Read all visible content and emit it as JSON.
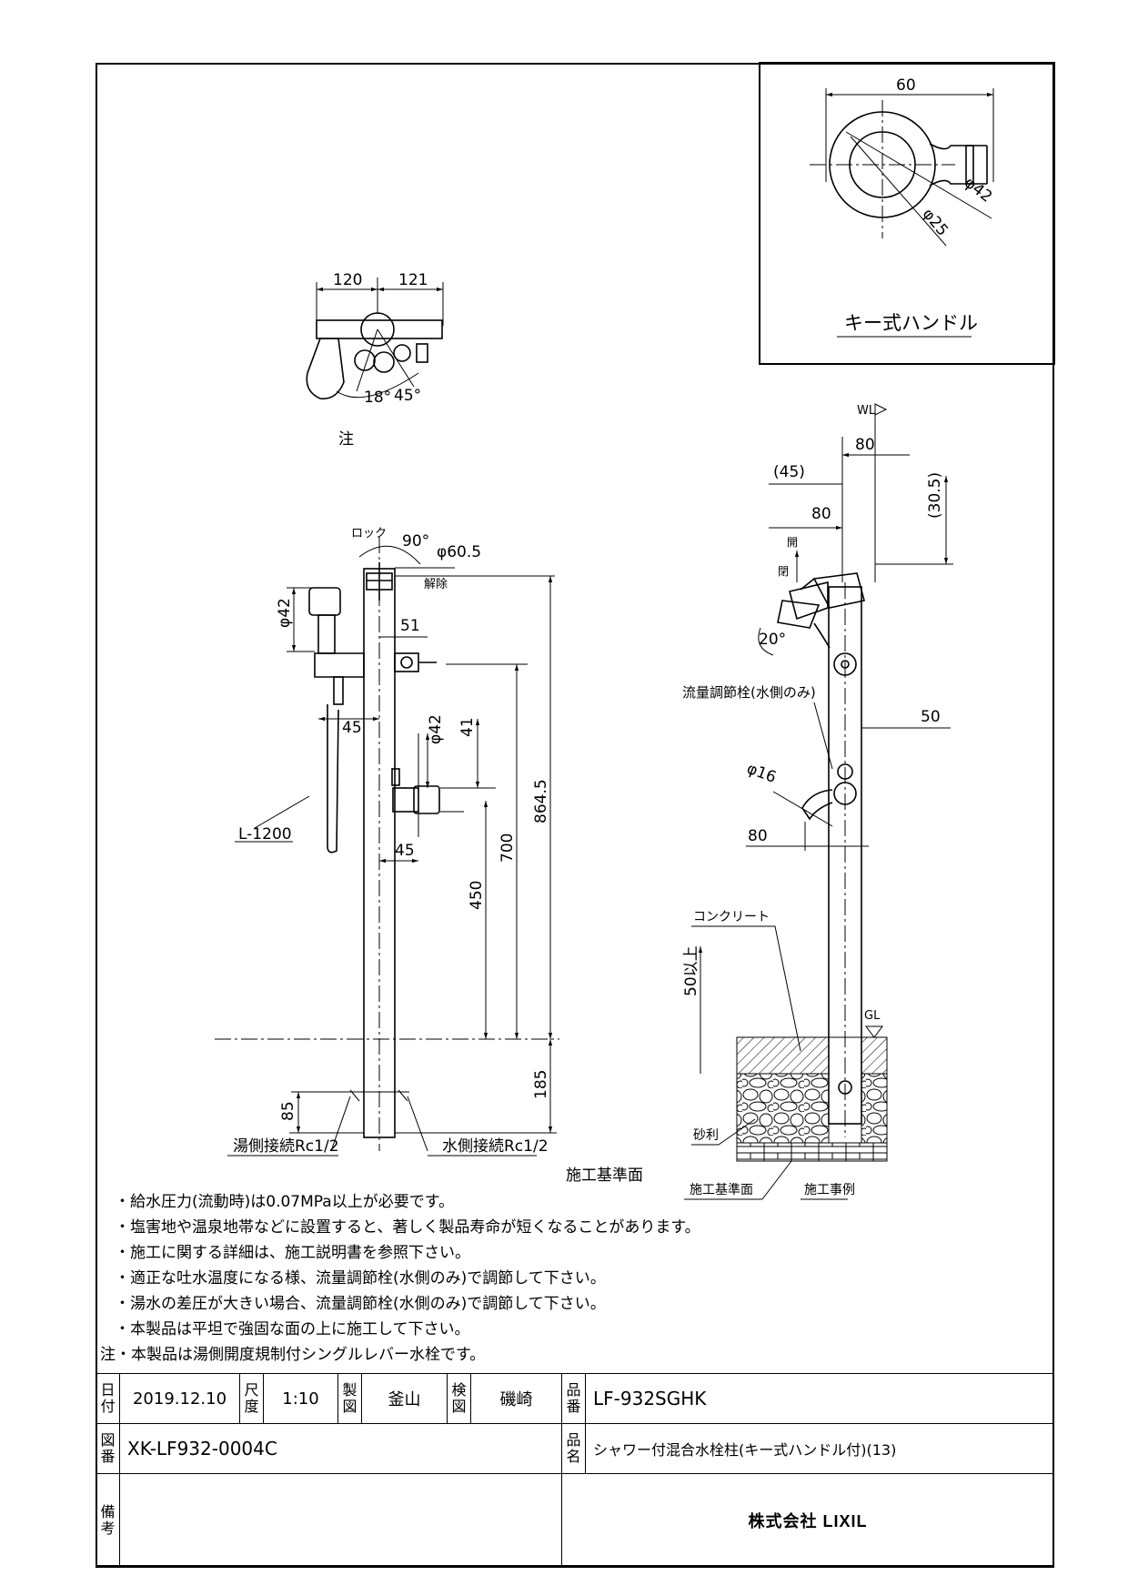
{
  "top_right_view": {
    "dim_width": "60",
    "dim_phi_a": "φ42",
    "dim_phi_b": "φ25",
    "label": "キー式ハンドル"
  },
  "top_view": {
    "dim_left": "120",
    "dim_right": "121",
    "angle_a": "18°",
    "angle_b": "45°",
    "note_mark": "注"
  },
  "front_view": {
    "lock_label": "ロック",
    "angle": "90°",
    "dim_pipe_dia": "φ60.5",
    "release_label": "解除",
    "dim_head_dia": "φ42",
    "dim_51": "51",
    "dim_45_top": "45",
    "dim_42": "φ42",
    "dim_41": "41",
    "dim_45_bottom": "45",
    "dim_864": "864.5",
    "dim_700": "700",
    "dim_450": "450",
    "dim_185": "185",
    "dim_85": "85",
    "hose_label": "L-1200",
    "hot_connection": "湯側接続Rc1/2",
    "cold_connection": "水側接続Rc1/2",
    "base_label": "施工基準面"
  },
  "side_view": {
    "wl": "WL",
    "dim_80_top": "80",
    "dim_45": "(45)",
    "dim_305": "(30.5)",
    "dim_80_mid": "80",
    "open_label": "開",
    "close_label": "閉",
    "angle": "20°",
    "flow_valve_label": "流量調節栓(水側のみ)",
    "dim_50": "50",
    "dim_phi16": "φ16",
    "dim_80_low": "80",
    "concrete_label": "コンクリート",
    "depth_label": "50以上",
    "gl": "GL",
    "gravel_label": "砂利",
    "base_label": "施工基準面",
    "example_label": "施工事例"
  },
  "notes": [
    "・給水圧力(流動時)は0.07MPa以上が必要です。",
    "・塩害地や温泉地帯などに設置すると、著しく製品寿命が短くなることがあります。",
    "・施工に関する詳細は、施工説明書を参照下さい。",
    "・適正な吐水温度になる様、流量調節栓(水側のみ)で調節して下さい。",
    "・湯水の差圧が大きい場合、流量調節栓(水側のみ)で調節して下さい。",
    "・本製品は平坦で強固な面の上に施工して下さい。",
    "注・本製品は湯側開度規制付シングルレバー水栓です。"
  ],
  "title_block": {
    "date_label": "日付",
    "date": "2019.12.10",
    "scale_label": "尺度",
    "scale": "1:10",
    "drawn_label": "製図",
    "drawn": "釜山",
    "checked_label": "検図",
    "checked": "磯崎",
    "product_no_label": "品番",
    "product_no": "LF-932SGHK",
    "drawing_no_label": "図番",
    "drawing_no": "XK-LF932-0004C",
    "product_name_label": "品名",
    "product_name": "シャワー付混合水栓柱(キー式ハンドル付)(13)",
    "remarks_label": "備考",
    "remarks": "",
    "company": "株式会社 LIXIL"
  }
}
